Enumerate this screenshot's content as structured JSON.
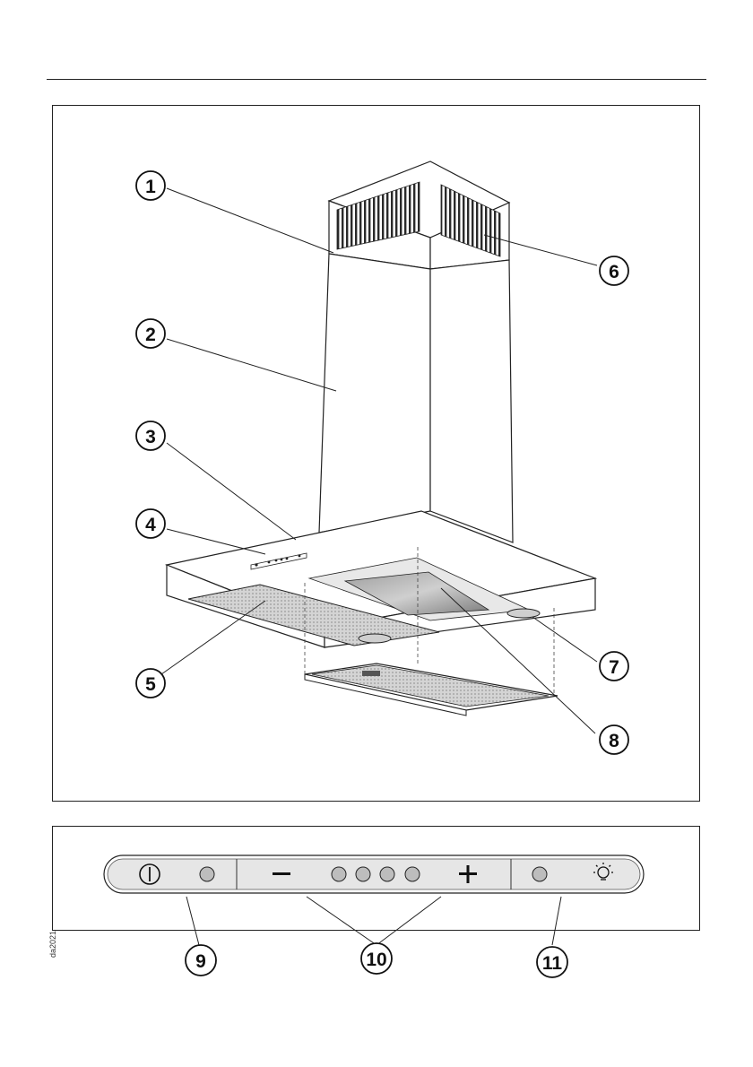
{
  "figure": {
    "callouts": [
      "1",
      "2",
      "3",
      "4",
      "5",
      "6",
      "7",
      "8",
      "9",
      "10",
      "11"
    ],
    "doc_code": "da2021"
  },
  "control_panel": {
    "buttons": [
      "power",
      "light-off-indicator",
      "minus",
      "level-1",
      "level-2",
      "level-3",
      "level-4",
      "plus",
      "light-indicator",
      "light"
    ]
  }
}
